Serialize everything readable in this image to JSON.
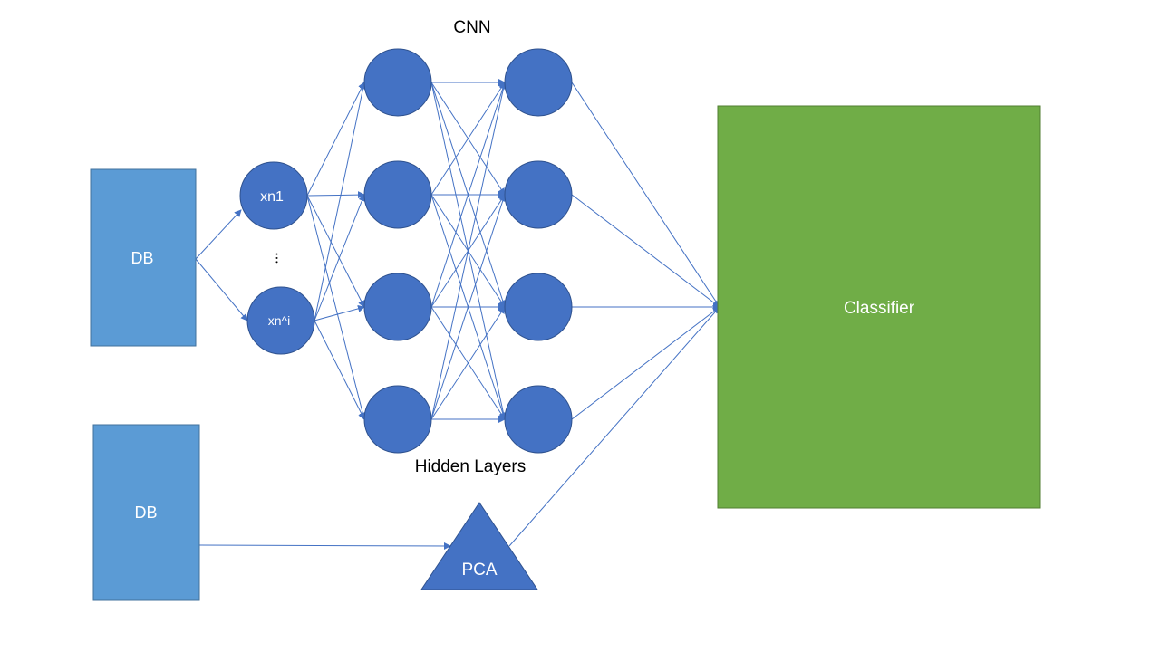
{
  "title": "CNN",
  "hidden_layers_label": "Hidden Layers",
  "db_top": {
    "label": "DB"
  },
  "db_bottom": {
    "label": "DB"
  },
  "inputs": [
    {
      "label": "xn1"
    },
    {
      "label": "xn^i"
    }
  ],
  "ellipsis": "• • •",
  "pca": {
    "label": "PCA"
  },
  "classifier": {
    "label": "Classifier"
  },
  "colors": {
    "db": "#5b9bd5",
    "node": "#4472c4",
    "classifier": "#70ad47",
    "edge": "#4472c4"
  }
}
